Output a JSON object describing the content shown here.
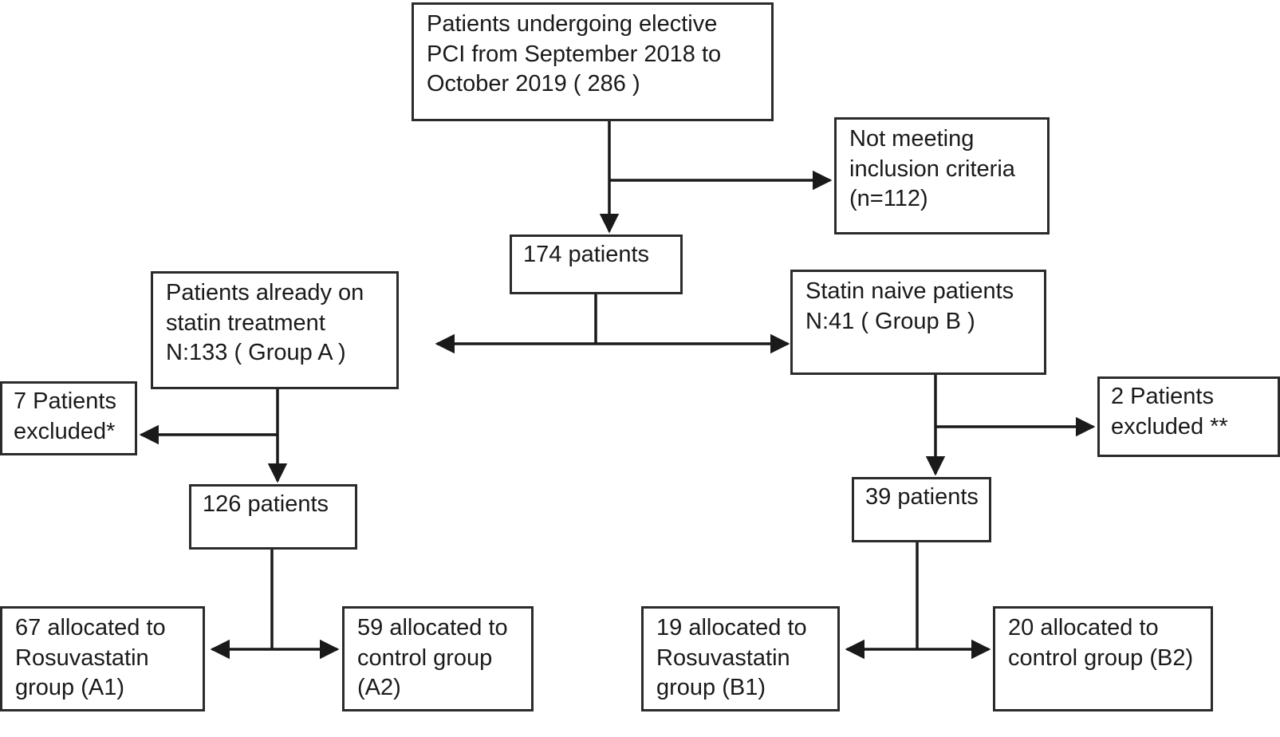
{
  "figure": {
    "type": "flowchart",
    "title": "Patient enrollment and allocation flow diagram",
    "colors": {
      "box_border": "#2b2b2b",
      "connector": "#1a1a1a",
      "background": "#ffffff",
      "text": "#1a1a1a"
    }
  },
  "nodes": {
    "enrolled": {
      "id": "enrolled",
      "text": "Patients undergoing elective PCI from September 2018 to October 2019 ( 286 )",
      "count": 286
    },
    "excluded_top": {
      "id": "excluded_top",
      "text": "Not meeting inclusion criteria (n=112)",
      "count": 112
    },
    "eligible": {
      "id": "eligible",
      "text": "174 patients",
      "count": 174
    },
    "group_a": {
      "id": "group_a",
      "text": "Patients already on statin treatment N:133 ( Group A )",
      "count": 133,
      "group": "A"
    },
    "group_b": {
      "id": "group_b",
      "text": "Statin naive patients N:41 ( Group B )",
      "count": 41,
      "group": "B"
    },
    "excluded_a": {
      "id": "excluded_a",
      "text": "7 Patients excluded*",
      "count": 7
    },
    "excluded_b": {
      "id": "excluded_b",
      "text": "2 Patients excluded **",
      "count": 2
    },
    "a_total": {
      "id": "a_total",
      "text": "126 patients",
      "count": 126
    },
    "b_total": {
      "id": "b_total",
      "text": "39 patients",
      "count": 39
    },
    "a1": {
      "id": "a1",
      "text": "67 allocated to Rosuvastatin group (A1)",
      "count": 67,
      "arm": "A1"
    },
    "a2": {
      "id": "a2",
      "text": "59 allocated to control group (A2)",
      "count": 59,
      "arm": "A2"
    },
    "b1": {
      "id": "b1",
      "text": "19 allocated to Rosuvastatin group (B1)",
      "count": 19,
      "arm": "B1"
    },
    "b2": {
      "id": "b2",
      "text": "20 allocated to control group (B2)",
      "count": 20,
      "arm": "B2"
    }
  },
  "edges": [
    {
      "from": "enrolled",
      "to": "eligible",
      "style": "single-arrow",
      "direction": "down"
    },
    {
      "from": "enrolled",
      "to": "excluded_top",
      "style": "single-arrow",
      "direction": "right"
    },
    {
      "from": "eligible",
      "to": "group_a",
      "style": "double-arrow",
      "direction": "left"
    },
    {
      "from": "eligible",
      "to": "group_b",
      "style": "double-arrow",
      "direction": "right"
    },
    {
      "from": "group_a",
      "to": "a_total",
      "style": "single-arrow",
      "direction": "down"
    },
    {
      "from": "group_a",
      "to": "excluded_a",
      "style": "single-arrow",
      "direction": "left"
    },
    {
      "from": "group_b",
      "to": "b_total",
      "style": "single-arrow",
      "direction": "down"
    },
    {
      "from": "group_b",
      "to": "excluded_b",
      "style": "single-arrow",
      "direction": "right"
    },
    {
      "from": "a_total",
      "to": "a1",
      "style": "double-arrow",
      "direction": "left"
    },
    {
      "from": "a_total",
      "to": "a2",
      "style": "double-arrow",
      "direction": "right"
    },
    {
      "from": "b_total",
      "to": "b1",
      "style": "double-arrow",
      "direction": "left"
    },
    {
      "from": "b_total",
      "to": "b2",
      "style": "double-arrow",
      "direction": "right"
    }
  ]
}
